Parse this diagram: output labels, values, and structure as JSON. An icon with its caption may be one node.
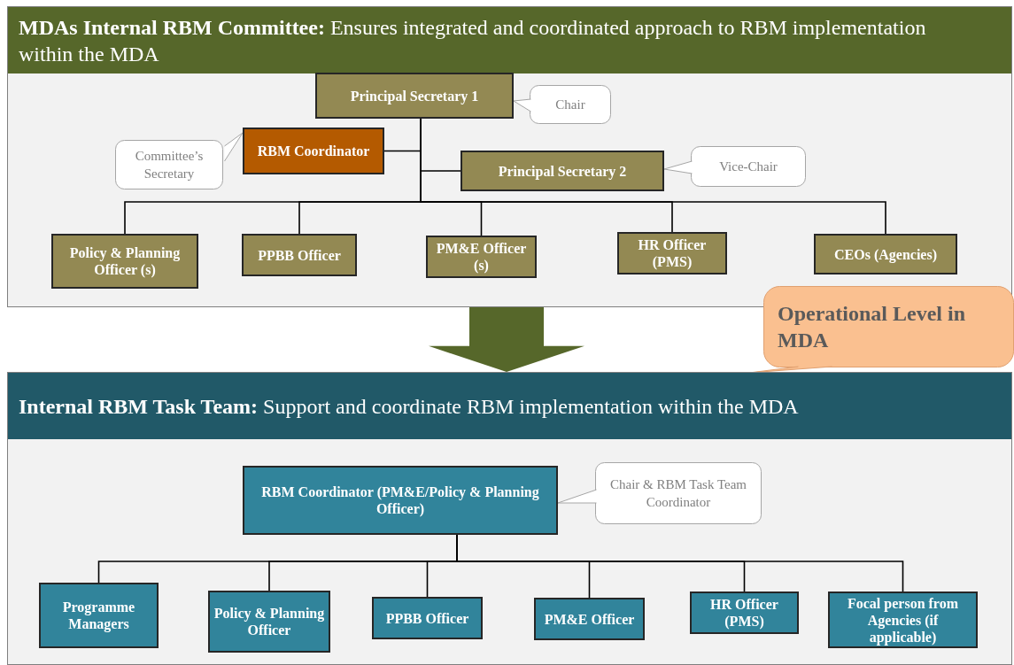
{
  "diagram": {
    "nodes": [
      {
        "text": [
          "**MDAs Internal RBM Committee:** Ensures integrated and coordinated approach to RBM implementation within the MDA"
        ]
      },
      {
        "text": [
          "Principal Secretary 1"
        ],
        "in": 0
      },
      {
        "text": [
          "Chair"
        ],
        "in": 0
      },
      {
        "text": [
          "Committee’s Secretary"
        ],
        "in": 0
      },
      {
        "text": [
          "RBM Coordinator"
        ],
        "in": 0
      },
      {
        "text": [
          "Principal Secretary 2"
        ],
        "in": 0
      },
      {
        "text": [
          "Vice-Chair"
        ],
        "in": 0
      },
      {
        "text": [
          "Policy & Planning Officer (s)"
        ],
        "in": 0
      },
      {
        "text": [
          "PPBB Officer"
        ],
        "in": 0
      },
      {
        "text": [
          "PM&E Officer (s)"
        ],
        "in": 0
      },
      {
        "text": [
          "HR Officer (PMS)"
        ],
        "in": 0
      },
      {
        "text": [
          "CEOs (Agencies)"
        ],
        "in": 0
      },
      {
        "text": [
          "Operational Level in MDA"
        ]
      },
      {
        "text": [
          "**Internal RBM Task Team:** Support and coordinate RBM implementation within the MDA"
        ]
      },
      {
        "text": [
          "RBM Coordinator (PM&E/Policy & Planning Officer)"
        ],
        "in": 13
      },
      {
        "text": [
          "Chair & RBM Task Team Coordinator"
        ],
        "in": 13
      },
      {
        "text": [
          "Programme Managers"
        ],
        "in": 13
      },
      {
        "text": [
          "Policy & Planning Officer"
        ],
        "in": 13
      },
      {
        "text": [
          "PPBB Officer"
        ],
        "in": 13
      },
      {
        "text": [
          "PM&E Officer"
        ],
        "in": 13
      },
      {
        "text": [
          "HR Officer (PMS)"
        ],
        "in": 13
      },
      {
        "text": [
          "Focal person from Agencies (if applicable)"
        ],
        "in": 13
      }
    ],
    "edges": [
      {
        "from": 1,
        "to": 4,
        "arrow": "none"
      },
      {
        "from": 1,
        "to": 5,
        "arrow": "none"
      },
      {
        "from": 1,
        "to": 7,
        "arrow": "none"
      },
      {
        "from": 1,
        "to": 8,
        "arrow": "none"
      },
      {
        "from": 1,
        "to": 9,
        "arrow": "none"
      },
      {
        "from": 1,
        "to": 10,
        "arrow": "none"
      },
      {
        "from": 1,
        "to": 11,
        "arrow": "none"
      },
      {
        "from": 0,
        "to": 13,
        "arrow": "to",
        "style": "thick",
        "color": "#56672a"
      },
      {
        "from": 14,
        "to": 16,
        "arrow": "none"
      },
      {
        "from": 14,
        "to": 17,
        "arrow": "none"
      },
      {
        "from": 14,
        "to": 18,
        "arrow": "none"
      },
      {
        "from": 14,
        "to": 19,
        "arrow": "none"
      },
      {
        "from": 14,
        "to": 20,
        "arrow": "none"
      },
      {
        "from": 14,
        "to": 21,
        "arrow": "none"
      }
    ]
  }
}
